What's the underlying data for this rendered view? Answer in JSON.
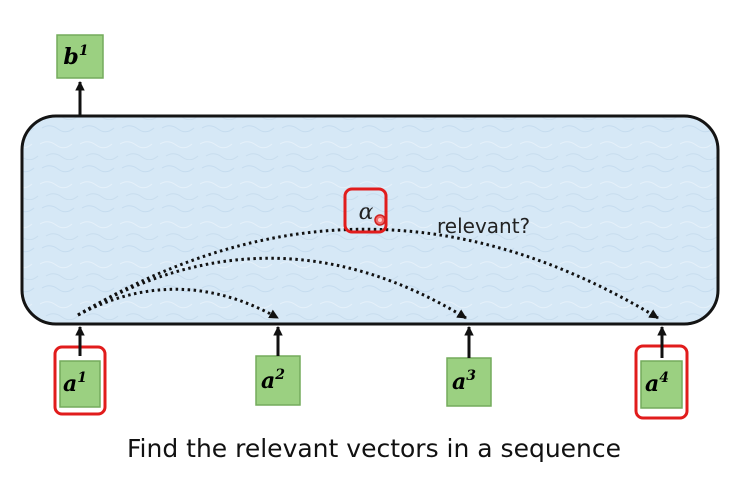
{
  "output": {
    "base": "b",
    "sup": "1"
  },
  "inputs": [
    {
      "base": "a",
      "sup": "1",
      "highlighted": true
    },
    {
      "base": "a",
      "sup": "2",
      "highlighted": false
    },
    {
      "base": "a",
      "sup": "3",
      "highlighted": false
    },
    {
      "base": "a",
      "sup": "4",
      "highlighted": true
    }
  ],
  "attention_symbol": "α",
  "relevance_label": "relevant?",
  "caption": "Find the relevant vectors in a sequence",
  "colors": {
    "vector_fill": "#9bd081",
    "vector_border": "#74ab5c",
    "highlight": "#e11c1c",
    "block_fill": "#d6e8f6",
    "block_border": "#141414",
    "arrow": "#111111"
  }
}
